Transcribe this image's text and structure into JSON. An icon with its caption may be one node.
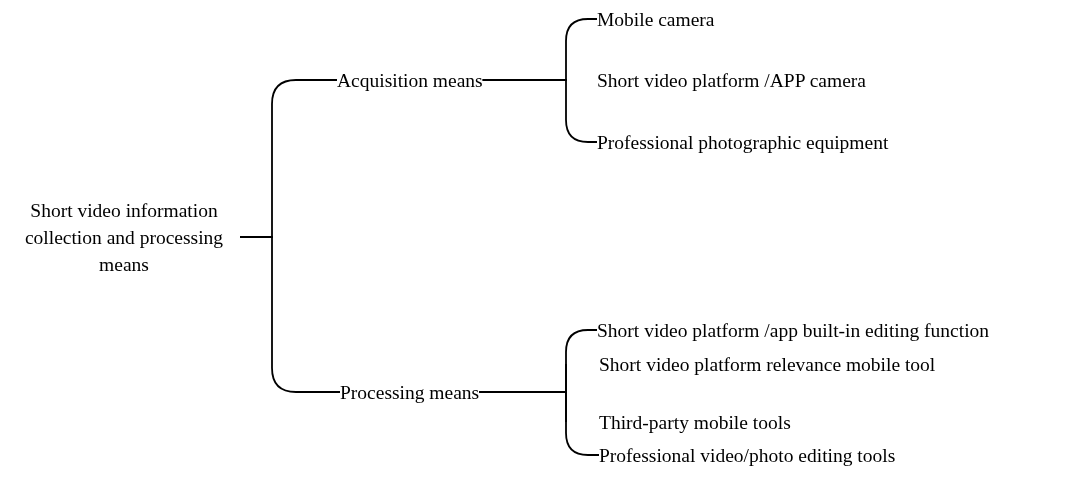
{
  "diagram": {
    "nodes": [
      {
        "text": [
          "Short video information collection and processing means"
        ]
      },
      {
        "text": [
          "Acquisition means"
        ]
      },
      {
        "text": [
          "Mobile camera"
        ]
      },
      {
        "text": [
          "Short video platform /APP camera"
        ]
      },
      {
        "text": [
          "Professional photographic equipment"
        ]
      },
      {
        "text": [
          "Processing means"
        ]
      },
      {
        "text": [
          "Short video platform /app built-in editing function"
        ]
      },
      {
        "text": [
          "Short video platform relevance mobile tool"
        ]
      },
      {
        "text": [
          "Third-party mobile tools"
        ]
      },
      {
        "text": [
          "Professional video/photo editing tools"
        ]
      }
    ],
    "edges": [
      {
        "from": 0,
        "to": 1,
        "arrow": "none"
      },
      {
        "from": 0,
        "to": 5,
        "arrow": "none"
      },
      {
        "from": 1,
        "to": 2,
        "arrow": "none"
      },
      {
        "from": 1,
        "to": 3,
        "arrow": "none"
      },
      {
        "from": 1,
        "to": 4,
        "arrow": "none"
      },
      {
        "from": 5,
        "to": 6,
        "arrow": "none"
      },
      {
        "from": 5,
        "to": 7,
        "arrow": "none"
      },
      {
        "from": 5,
        "to": 8,
        "arrow": "none"
      },
      {
        "from": 5,
        "to": 9,
        "arrow": "none"
      }
    ]
  }
}
